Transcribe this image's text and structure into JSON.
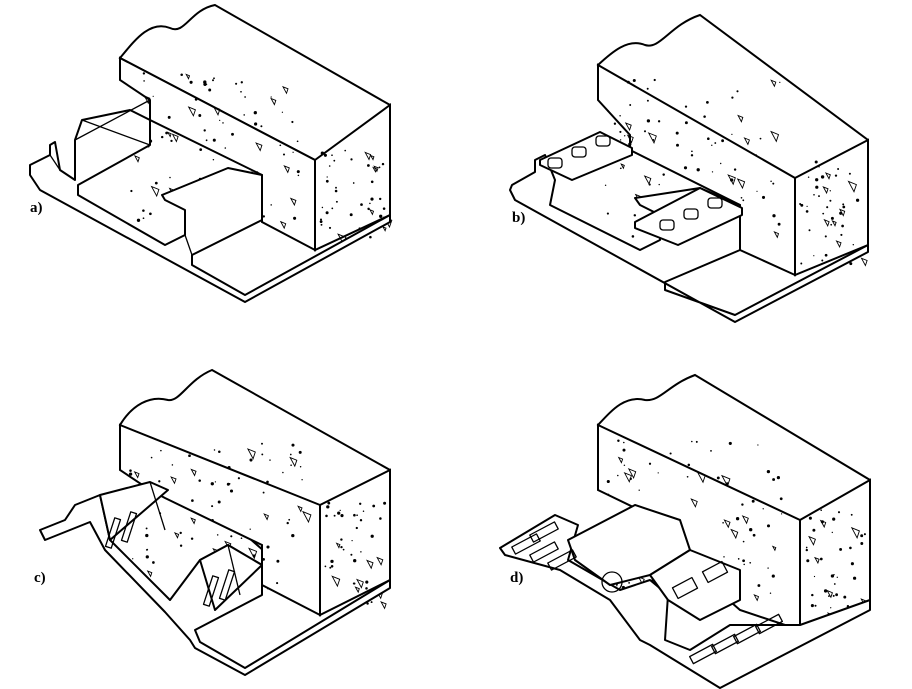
{
  "figure": {
    "panels": [
      {
        "id": "a",
        "label": "a)",
        "deck": "trapezoidal-deck"
      },
      {
        "id": "b",
        "label": "b)",
        "deck": "embossed-deck"
      },
      {
        "id": "c",
        "label": "c)",
        "deck": "slotted-deck"
      },
      {
        "id": "d",
        "label": "d)",
        "deck": "dovetail-deck"
      }
    ]
  }
}
